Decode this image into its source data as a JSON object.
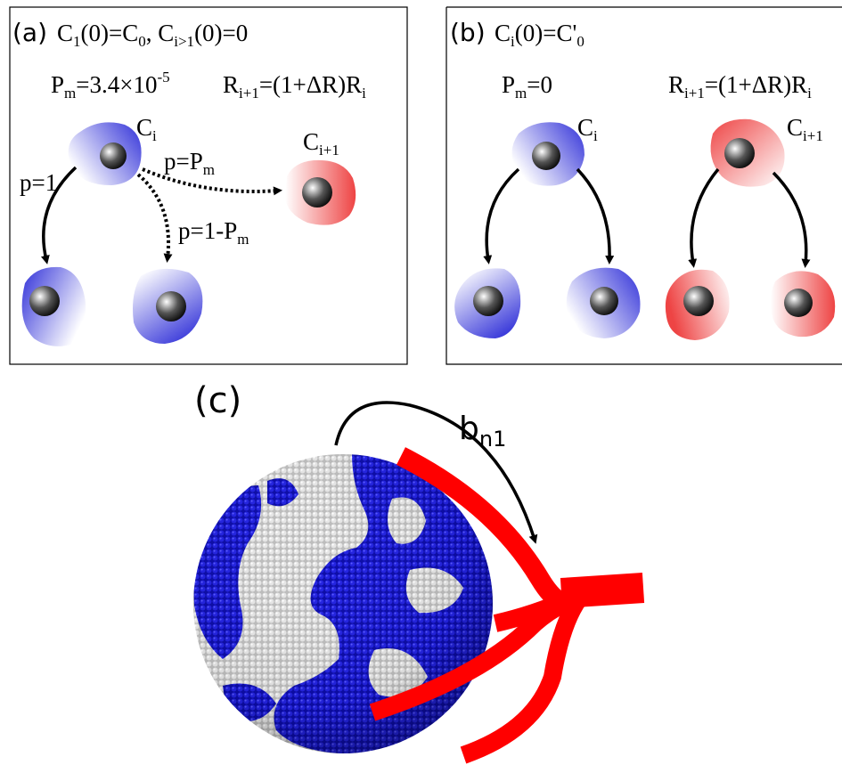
{
  "panel_a": {
    "tag": "(a)",
    "init_c1": "C",
    "init_c1_sub": "1",
    "init_c1_rest": "(0)=C",
    "init_c1_sub2": "0",
    "init_sep": ", ",
    "init_ci": "C",
    "init_ci_sub": "i>1",
    "init_ci_rest": "(0)=0",
    "pm_main": "P",
    "pm_sub": "m",
    "pm_rest": "=3.4×10",
    "pm_exp": "-5",
    "r_main": "R",
    "r_sub": "i+1",
    "r_rest": "=(1+ΔR)R",
    "r_sub2": "i",
    "ci_main": "C",
    "ci_sub": "i",
    "ci1_main": "C",
    "ci1_sub": "i+1",
    "p1": "p=1",
    "ppm_main": "p=P",
    "ppm_sub": "m",
    "p1pm_main": "p=1-P",
    "p1pm_sub": "m"
  },
  "panel_b": {
    "tag": "(b)",
    "init_main": "C",
    "init_sub": "i",
    "init_rest": "(0)=C'",
    "init_sub2": "0",
    "pm_main": "P",
    "pm_sub": "m",
    "pm_rest": "=0",
    "r_main": "R",
    "r_sub": "i+1",
    "r_rest": "=(1+ΔR)R",
    "r_sub2": "i",
    "ci_main": "C",
    "ci_sub": "i",
    "ci1_main": "C",
    "ci1_sub": "i+1"
  },
  "panel_c": {
    "tag": "(c)",
    "b_main": "b",
    "b_sub": "n1"
  },
  "colors": {
    "blue_clone": "#2a2ad0",
    "red_clone": "#e84a4a",
    "vessel": "#ff0000",
    "tumor_blue": "#1a1ad6",
    "tumor_grey": "#c8c8c8"
  }
}
